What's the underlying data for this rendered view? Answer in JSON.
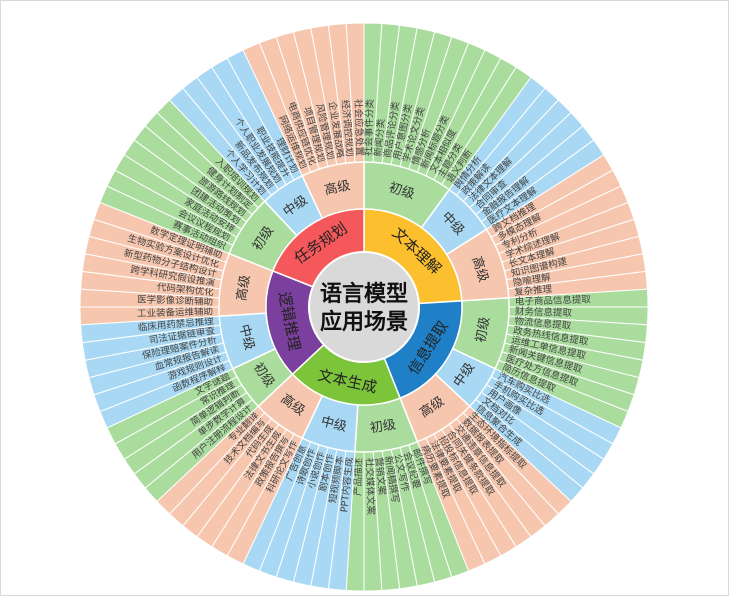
{
  "chart_data": {
    "type": "sunburst",
    "center": {
      "lines": [
        "语言模型",
        "应用场景"
      ],
      "color": "#d9d9d9"
    },
    "level_colors": {
      "初级": "#a9dc9d",
      "中级": "#a8d8f3",
      "高级": "#f6c7ae"
    },
    "categories": [
      {
        "name": "文本理解",
        "color": "#fcc02e",
        "levels": [
          {
            "name": "初级",
            "items": [
              "社会事件分类",
              "新闻分类",
              "商品评论分类",
              "用户意图分类",
              "学术论文分类",
              "情感分析",
              "新闻标题分类",
              "文本相似度",
              "主题分类",
              "语义判断"
            ]
          },
          {
            "name": "中级",
            "items": [
              "舆情分析",
              "政策解读",
              "法律文本理解",
              "合同审查",
              "金融报告理解",
              "医疗文本理解"
            ]
          },
          {
            "name": "高级",
            "items": [
              "跨文档推理",
              "多模态理解",
              "专利分析",
              "学术综述理解",
              "长文本理解",
              "知识图谱构建",
              "隐喻理解",
              "复杂推理"
            ]
          }
        ]
      },
      {
        "name": "信息提取",
        "color": "#1f80c7",
        "levels": [
          {
            "name": "初级",
            "items": [
              "电子商品信息提取",
              "财务信息提取",
              "物流信息提取",
              "政务热线信息提取",
              "运维工单信息提取",
              "新闻关键信息提取",
              "医疗处方信息提取",
              "简历信息提取"
            ]
          },
          {
            "name": "中级",
            "items": [
              "汽车购买比选",
              "手机购买比选",
              "用户画像",
              "文档对比",
              "信息聚合生成"
            ]
          },
          {
            "name": "高级",
            "items": [
              "生态环境指标提取",
              "数据报表提取",
              "交通违章信息提取",
              "合同关键条款提取",
              "招投标信息提取",
              "法律要素提取",
              "病历要素提取"
            ]
          }
        ]
      },
      {
        "name": "文本生成",
        "color": "#7cc43a",
        "levels": [
          {
            "name": "初级",
            "items": [
              "邮件撰写",
              "会议纪要",
              "公文写作",
              "新闻稿撰写",
              "营销文案",
              "社交媒体文案",
              "产品描述"
            ]
          },
          {
            "name": "中级",
            "items": [
              "PPT内容生成",
              "短视频脚本",
              "剧本创作",
              "小说创作",
              "诗歌创作",
              "广告创意"
            ]
          },
          {
            "name": "高级",
            "items": [
              "科研论文写作",
              "政策报告撰写",
              "法律文书生成",
              "代码生成",
              "技术文档编写",
              "专业翻译"
            ]
          }
        ]
      },
      {
        "name": "逻辑推理",
        "color": "#7b3f9e",
        "levels": [
          {
            "name": "初级",
            "items": [
              "用户注册流程设计",
              "单步数学计算",
              "简单逻辑判断",
              "常识推理",
              "文字谜题"
            ]
          },
          {
            "name": "中级",
            "items": [
              "函数程序解释",
              "游戏规则设计",
              "血常规报告解读",
              "保险理赔案件分析",
              "司法证据链审查",
              "临床用药禁忌推理"
            ]
          },
          {
            "name": "高级",
            "items": [
              "工业装备运维辅助",
              "医学影像诊断辅助",
              "代码架构优化",
              "跨学科研究假设推演",
              "新型药物分子结构设计",
              "生物实验方案设计优化",
              "数学定理证明辅助"
            ]
          }
        ]
      },
      {
        "name": "任务规划",
        "color": "#f4585b",
        "levels": [
          {
            "name": "初级",
            "items": [
              "赛事活动组织",
              "会议议程规划",
              "家庭活动安排",
              "团建活动策划",
              "旅游路线规划",
              "健身计划制定",
              "入职培训规划"
            ]
          },
          {
            "name": "中级",
            "items": [
              "个人学习计划",
              "新品发布规划",
              "个人职业发展规划",
              "职业技能提升",
              "理财计划"
            ]
          },
          {
            "name": "高级",
            "items": [
              "网络运维规划",
              "电商供应链优化",
              "项目管理规划",
              "风险管理规划",
              "企业发展战略",
              "经济调控规划",
              "社会应急处置"
            ]
          }
        ]
      }
    ]
  }
}
